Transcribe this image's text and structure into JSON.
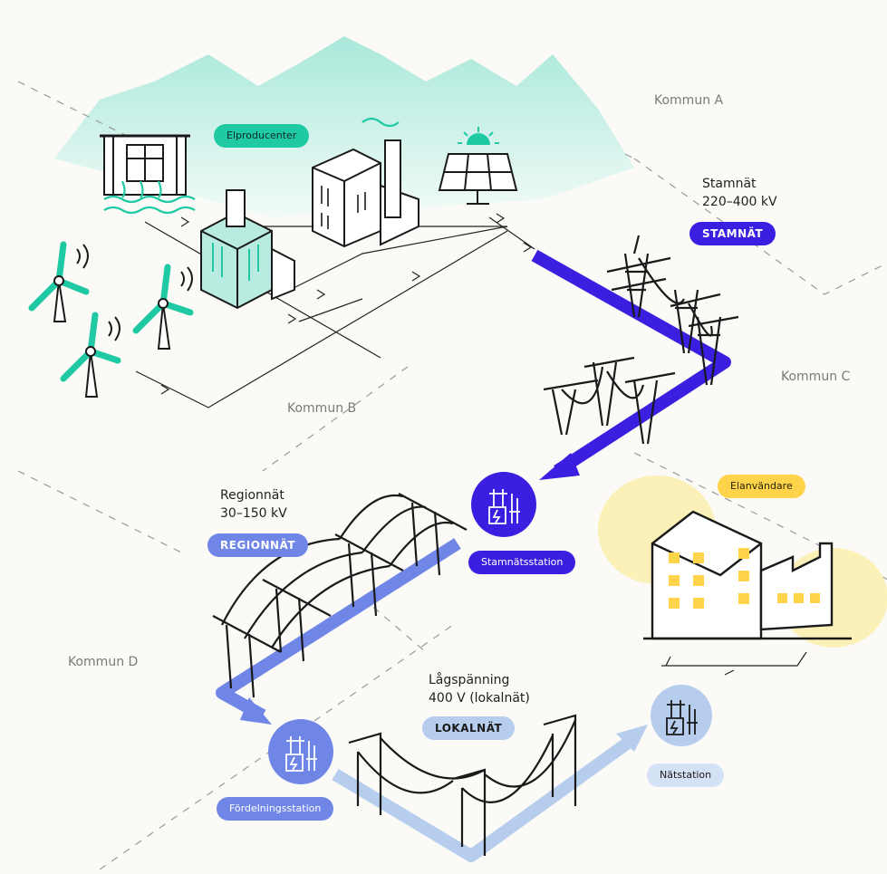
{
  "regions": {
    "kommun_a": "Kommun A",
    "kommun_b": "Kommun B",
    "kommun_c": "Kommun C",
    "kommun_d": "Kommun D"
  },
  "producers": {
    "pill": "Elproducenter"
  },
  "consumers": {
    "pill": "Elanvändare"
  },
  "stamnat": {
    "caption_line1": "Stamnät",
    "caption_line2": "220–400 kV",
    "badge": "STAMNÄT"
  },
  "regionnat": {
    "caption_line1": "Regionnät",
    "caption_line2": "30–150 kV",
    "badge": "REGIONNÄT"
  },
  "lokalnat": {
    "caption_line1": "Lågspänning",
    "caption_line2": "400 V (lokalnät)",
    "badge": "LOKALNÄT"
  },
  "stations": {
    "stamnatsstation": "Stamnätsstation",
    "fordelningsstation": "Fördelningsstation",
    "natstation": "Nätstation"
  },
  "colors": {
    "teal": "#1ec9a4",
    "mountain": "#b8ece1",
    "stamnat_blue": "#3b1fe0",
    "region_blue": "#6f86e6",
    "local_blue": "#b6cdee",
    "yellow": "#ffd44a",
    "yellow_glow": "#fbf0b8",
    "ink": "#1a1a1a"
  }
}
